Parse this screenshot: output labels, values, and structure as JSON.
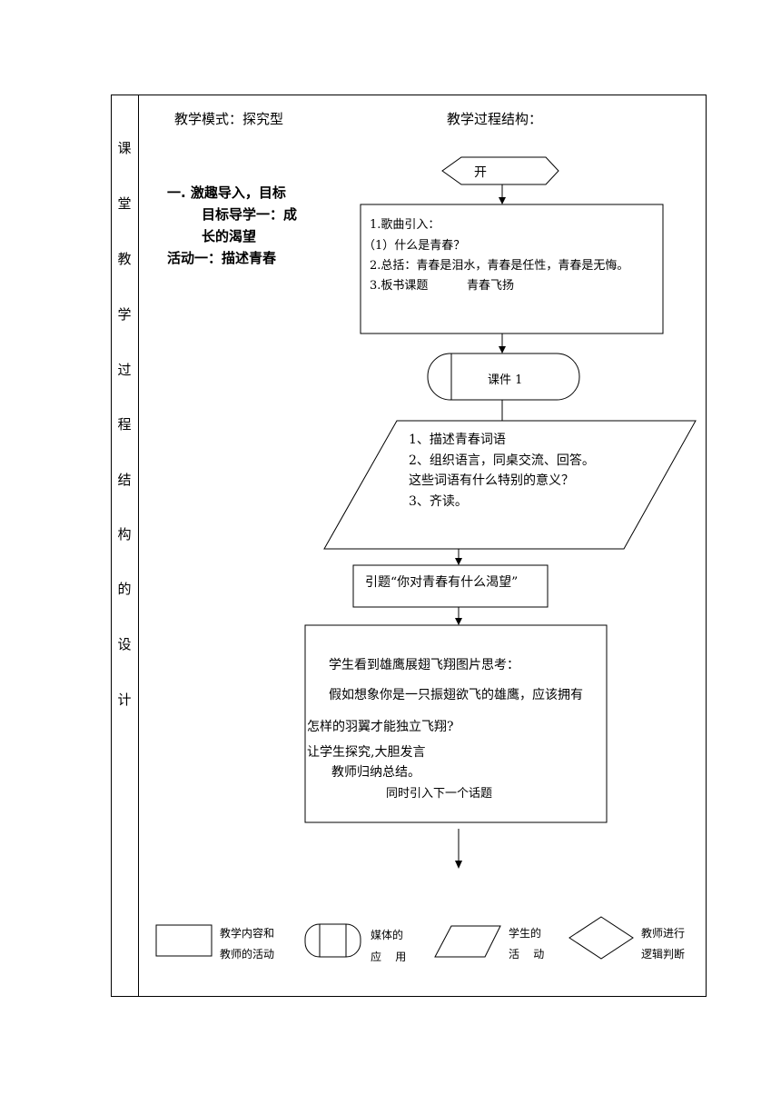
{
  "side_label_chars": [
    "课",
    "堂",
    "教",
    "学",
    "过",
    "程",
    "结",
    "构",
    "的",
    "设",
    "计"
  ],
  "header": {
    "mode": "教学模式：探究型",
    "structure": "教学过程结构："
  },
  "left_outline": {
    "line1": "一.  激趣导入，目标",
    "line2": "目标导学一：成",
    "line3": "长的渴望",
    "line4": "活动一：描述青春"
  },
  "flow": {
    "start": "开",
    "box1": {
      "l1": "1.歌曲引入：",
      "l2": "（1）什么是青春？",
      "l3": "2.总括：青春是泪水，青春是任性，青春是无悔。",
      "l4_a": "3.板书课题",
      "l4_b": "青春飞扬"
    },
    "media1": "课件 1",
    "student1": {
      "l1": "1、描述青春词语",
      "l2": "2、组织语言，同桌交流、回答。",
      "l3": "这些词语有什么特别的意义？",
      "l4": "3、齐读。"
    },
    "prompt": "引题“你对青春有什么渴望”",
    "box2": {
      "l1": "学生看到雄鹰展翅飞翔图片思考：",
      "l2": "假如想象你是一只振翅欲飞的雄鹰，应该拥有",
      "l3": "怎样的羽翼才能独立飞翔?",
      "l4": "让学生探究,大胆发言",
      "l5": "教师归纳总结。",
      "l6": "同时引入下一个话题"
    }
  },
  "legend": {
    "rect_a": "教学内容和",
    "rect_b": "教师的活动",
    "media_a": "媒体的",
    "media_b": "应    用",
    "para_a": "学生的",
    "para_b": "活    动",
    "diamond_a": "教师进行",
    "diamond_b": "逻辑判断"
  }
}
